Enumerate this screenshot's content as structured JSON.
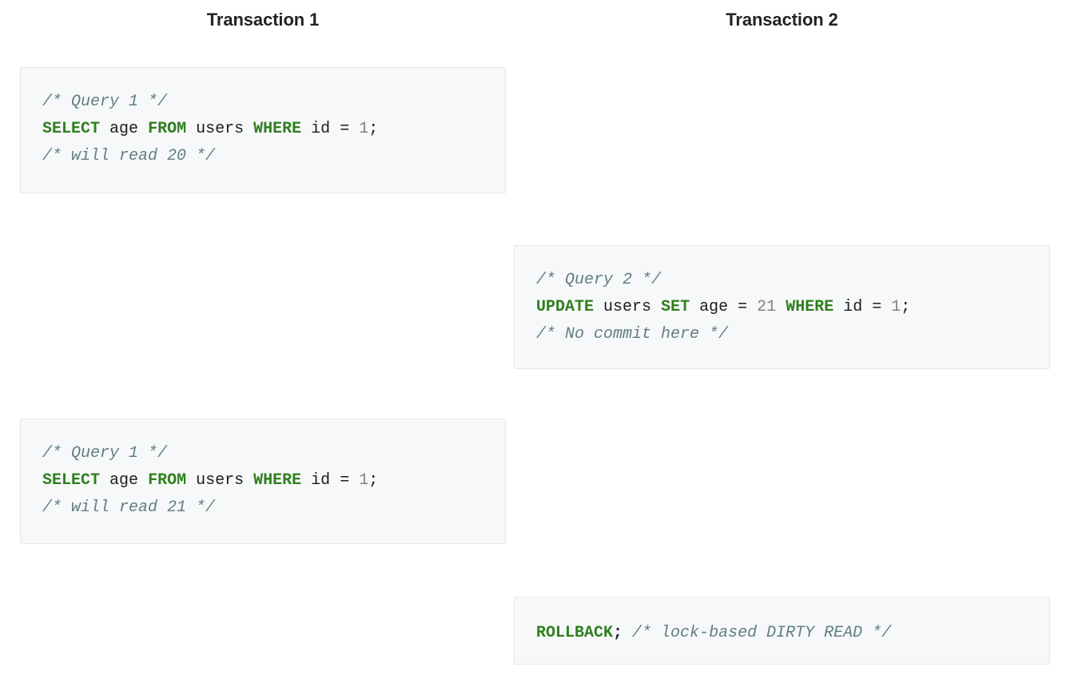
{
  "page": {
    "title": "Dirty read illustration: Transaction 1 and Transaction 2 interleaving",
    "background_color": "#ffffff"
  },
  "theme": {
    "keyword_color": "#2f7f1e",
    "comment_color": "#5f7f82",
    "number_color": "#808285",
    "text_color": "#1c1d1f",
    "block_background": "#f7f8f9",
    "block_border": "#e6e7ec",
    "header_color": "#222326"
  },
  "columns": [
    {
      "id": "transaction-1",
      "header": "Transaction 1"
    },
    {
      "id": "transaction-2",
      "header": "Transaction 2"
    }
  ],
  "blocks": [
    {
      "id": "t1-query-1-read-20",
      "column": "transaction-1",
      "order": 1,
      "language": "sql",
      "plain_text": "/* Query 1 */\nSELECT age FROM users WHERE id = 1;\n/* will read 20 */",
      "lines": [
        {
          "tokens": [
            {
              "t": "comment",
              "v": "/* Query 1 */"
            }
          ]
        },
        {
          "tokens": [
            {
              "t": "keyword",
              "v": "SELECT"
            },
            {
              "t": "plain",
              "v": " "
            },
            {
              "t": "ident",
              "v": "age"
            },
            {
              "t": "plain",
              "v": " "
            },
            {
              "t": "keyword",
              "v": "FROM"
            },
            {
              "t": "plain",
              "v": " "
            },
            {
              "t": "ident",
              "v": "users"
            },
            {
              "t": "plain",
              "v": " "
            },
            {
              "t": "keyword",
              "v": "WHERE"
            },
            {
              "t": "plain",
              "v": " "
            },
            {
              "t": "ident",
              "v": "id"
            },
            {
              "t": "plain",
              "v": " "
            },
            {
              "t": "operator",
              "v": "="
            },
            {
              "t": "plain",
              "v": " "
            },
            {
              "t": "number",
              "v": "1"
            },
            {
              "t": "punct",
              "v": ";"
            }
          ]
        },
        {
          "tokens": [
            {
              "t": "comment",
              "v": "/* will read 20 */"
            }
          ]
        }
      ]
    },
    {
      "id": "t2-query-2-update",
      "column": "transaction-2",
      "order": 2,
      "language": "sql",
      "plain_text": "/* Query 2 */\nUPDATE users SET age = 21 WHERE id = 1;\n/* No commit here */",
      "lines": [
        {
          "tokens": [
            {
              "t": "comment",
              "v": "/* Query 2 */"
            }
          ]
        },
        {
          "tokens": [
            {
              "t": "keyword",
              "v": "UPDATE"
            },
            {
              "t": "plain",
              "v": " "
            },
            {
              "t": "ident",
              "v": "users"
            },
            {
              "t": "plain",
              "v": " "
            },
            {
              "t": "keyword",
              "v": "SET"
            },
            {
              "t": "plain",
              "v": " "
            },
            {
              "t": "ident",
              "v": "age"
            },
            {
              "t": "plain",
              "v": " "
            },
            {
              "t": "operator",
              "v": "="
            },
            {
              "t": "plain",
              "v": " "
            },
            {
              "t": "number",
              "v": "21"
            },
            {
              "t": "plain",
              "v": " "
            },
            {
              "t": "keyword",
              "v": "WHERE"
            },
            {
              "t": "plain",
              "v": " "
            },
            {
              "t": "ident",
              "v": "id"
            },
            {
              "t": "plain",
              "v": " "
            },
            {
              "t": "operator",
              "v": "="
            },
            {
              "t": "plain",
              "v": " "
            },
            {
              "t": "number",
              "v": "1"
            },
            {
              "t": "punct",
              "v": ";"
            }
          ]
        },
        {
          "tokens": [
            {
              "t": "comment",
              "v": "/* No commit here */"
            }
          ]
        }
      ]
    },
    {
      "id": "t1-query-1-read-21",
      "column": "transaction-1",
      "order": 3,
      "language": "sql",
      "plain_text": "/* Query 1 */\nSELECT age FROM users WHERE id = 1;\n/* will read 21 */",
      "lines": [
        {
          "tokens": [
            {
              "t": "comment",
              "v": "/* Query 1 */"
            }
          ]
        },
        {
          "tokens": [
            {
              "t": "keyword",
              "v": "SELECT"
            },
            {
              "t": "plain",
              "v": " "
            },
            {
              "t": "ident",
              "v": "age"
            },
            {
              "t": "plain",
              "v": " "
            },
            {
              "t": "keyword",
              "v": "FROM"
            },
            {
              "t": "plain",
              "v": " "
            },
            {
              "t": "ident",
              "v": "users"
            },
            {
              "t": "plain",
              "v": " "
            },
            {
              "t": "keyword",
              "v": "WHERE"
            },
            {
              "t": "plain",
              "v": " "
            },
            {
              "t": "ident",
              "v": "id"
            },
            {
              "t": "plain",
              "v": " "
            },
            {
              "t": "operator",
              "v": "="
            },
            {
              "t": "plain",
              "v": " "
            },
            {
              "t": "number",
              "v": "1"
            },
            {
              "t": "punct",
              "v": ";"
            }
          ]
        },
        {
          "tokens": [
            {
              "t": "comment",
              "v": "/* will read 21 */"
            }
          ]
        }
      ]
    },
    {
      "id": "t2-rollback",
      "column": "transaction-2",
      "order": 4,
      "language": "sql",
      "plain_text": "ROLLBACK; /* lock-based DIRTY READ */",
      "lines": [
        {
          "tokens": [
            {
              "t": "keyword",
              "v": "ROLLBACK"
            },
            {
              "t": "punct-bold",
              "v": ";"
            },
            {
              "t": "plain",
              "v": " "
            },
            {
              "t": "comment",
              "v": "/* lock-based DIRTY READ */"
            }
          ]
        }
      ]
    }
  ]
}
